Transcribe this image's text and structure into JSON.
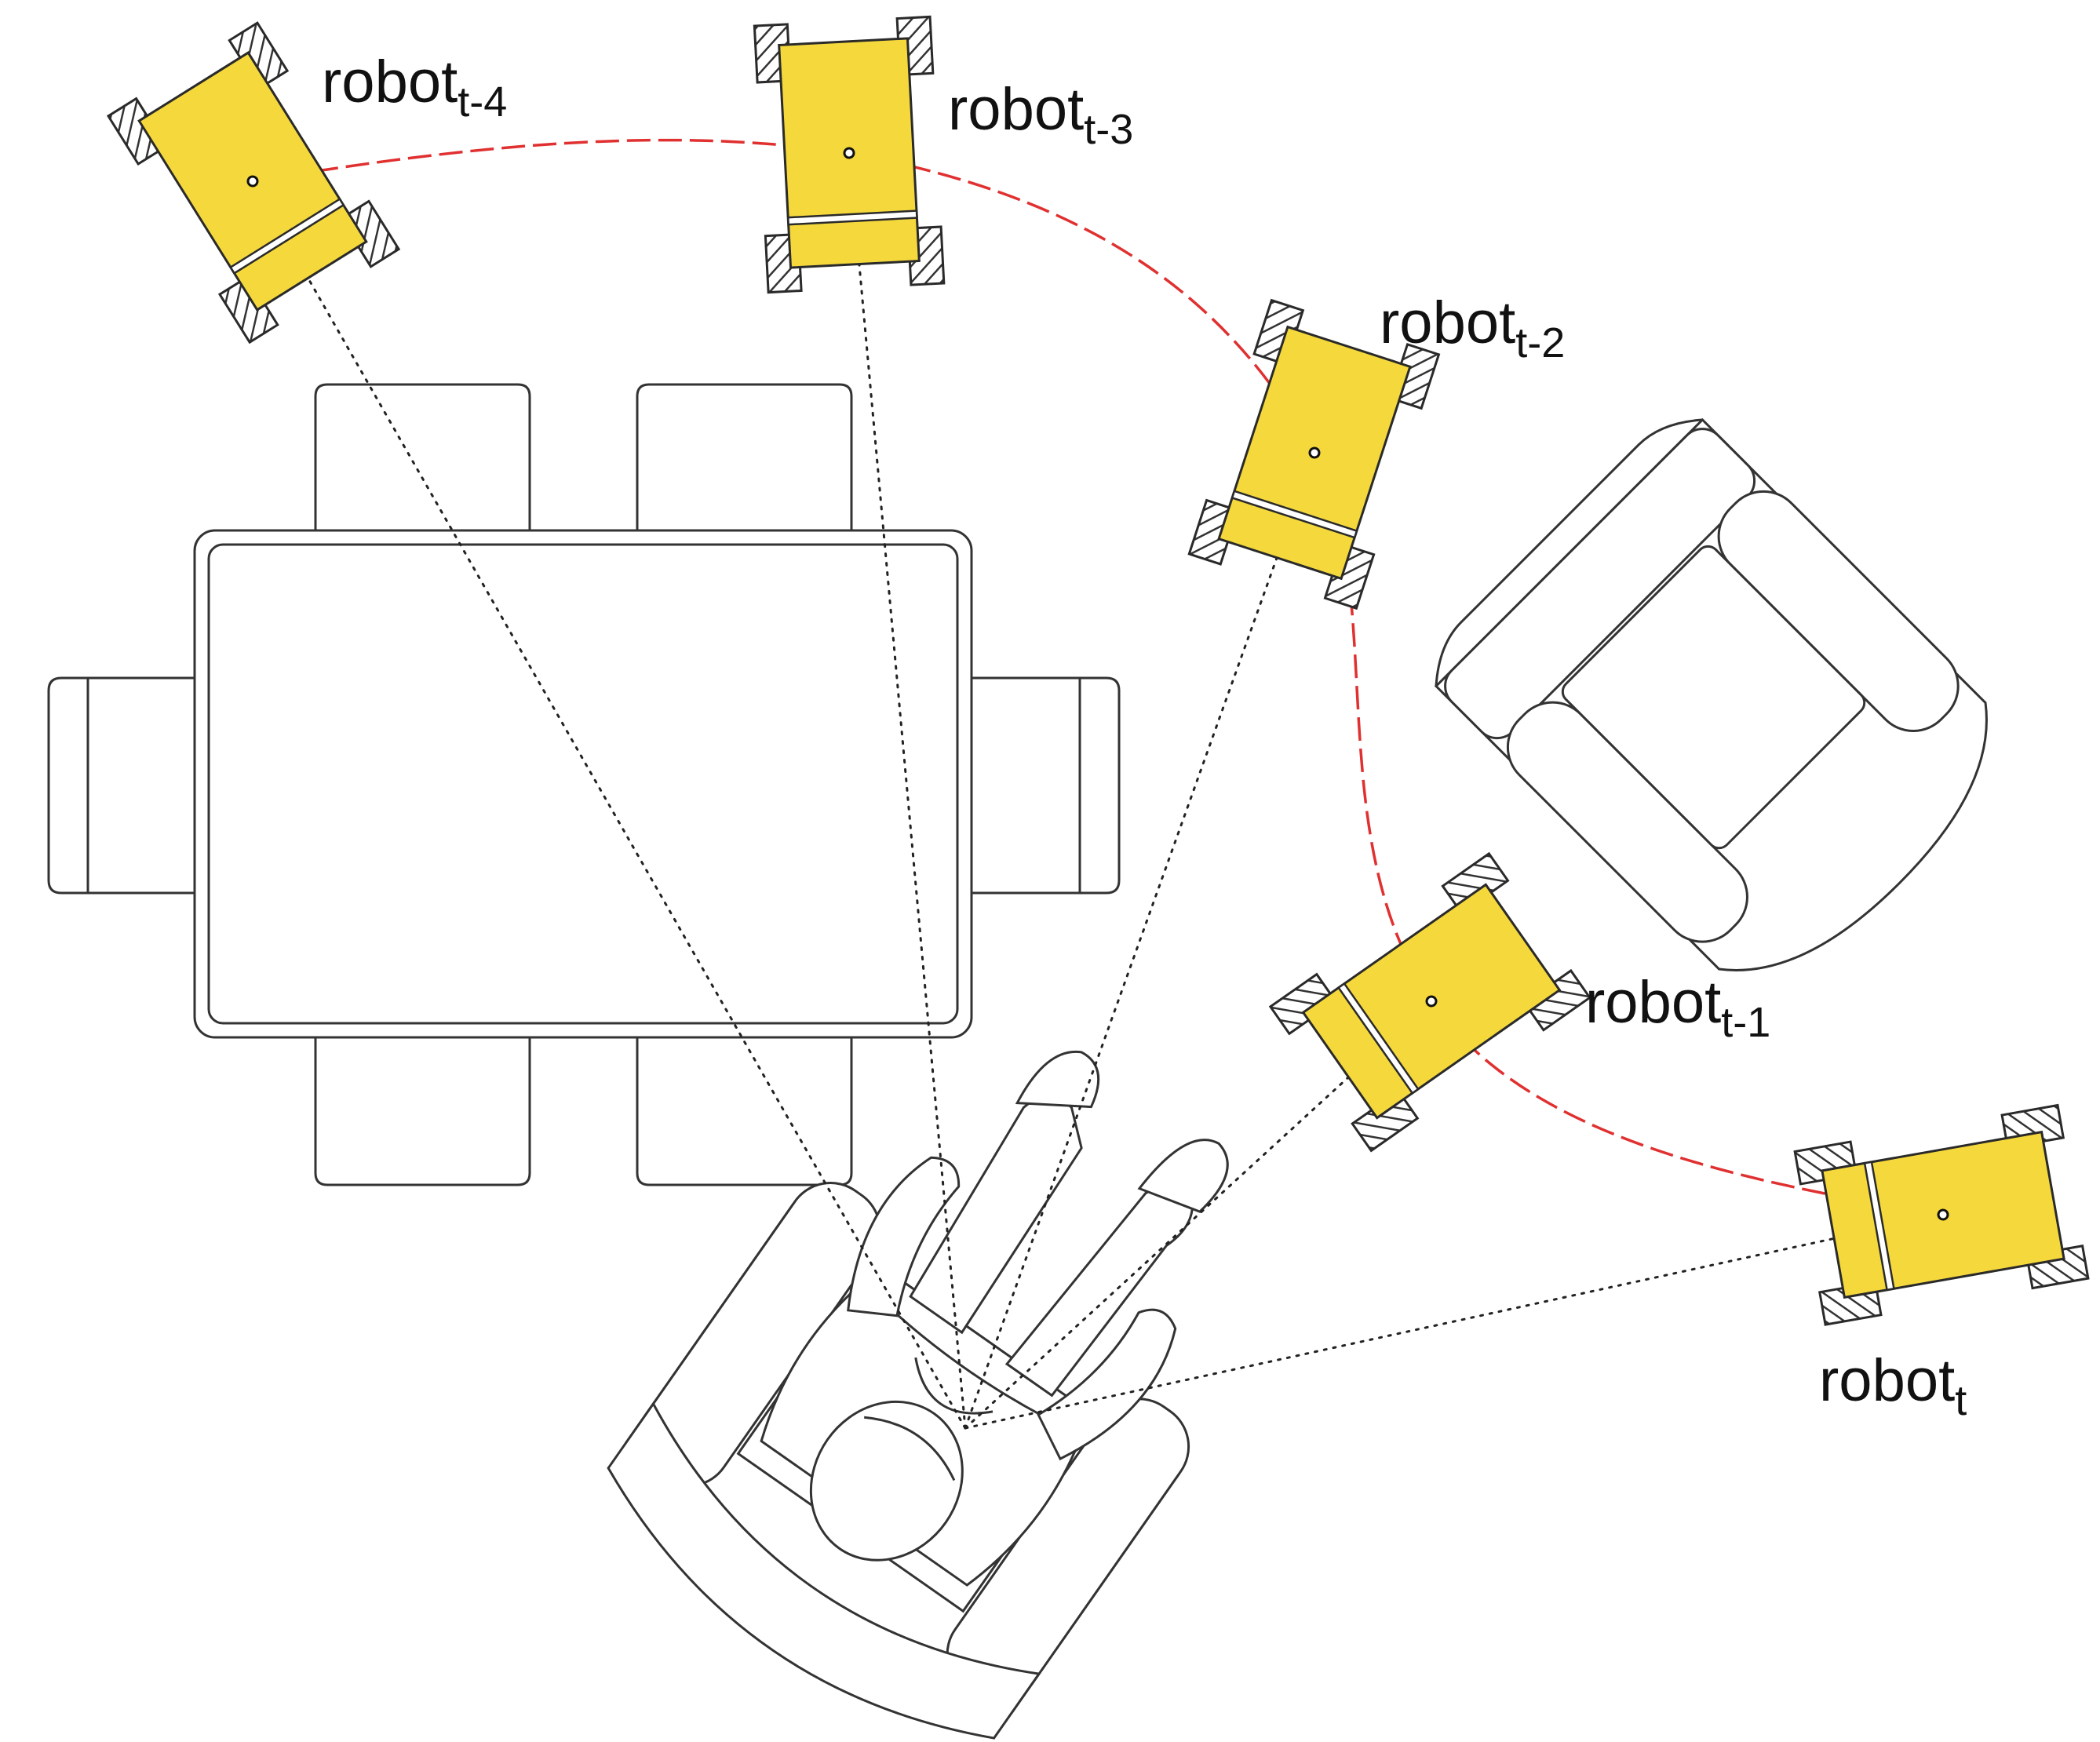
{
  "colors": {
    "robot_body": "#F5D93C",
    "trajectory": "#E03030",
    "outline": "#2a2a2a",
    "background": "#ffffff"
  },
  "robots": [
    {
      "label": "robot",
      "subscript": "t-4"
    },
    {
      "label": "robot",
      "subscript": "t-3"
    },
    {
      "label": "robot",
      "subscript": "t-2"
    },
    {
      "label": "robot",
      "subscript": "t-1"
    },
    {
      "label": "robot",
      "subscript": "t"
    }
  ],
  "icons": {
    "robot": "robot-topview-icon",
    "person": "seated-person-icon",
    "table": "dining-table-icon",
    "armchair": "armchair-icon"
  }
}
